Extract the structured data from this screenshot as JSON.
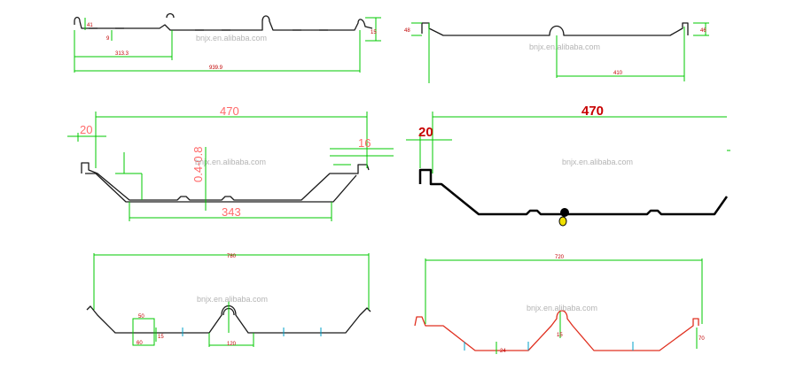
{
  "watermark": "bnjx.en.alibaba.com",
  "panels": {
    "p1": {
      "dims": {
        "a": "41",
        "b": "9",
        "c": "313.3",
        "d": "939.9",
        "e": "15"
      }
    },
    "p2": {
      "dims": {
        "a": "48",
        "b": "46",
        "c": "410"
      }
    },
    "p3": {
      "dims": {
        "width": "470",
        "rib": "20",
        "side": "16",
        "thick": "0.4-0.8",
        "bottom": "343"
      }
    },
    "p4": {
      "dims": {
        "width": "470",
        "rib": "20"
      }
    },
    "p5": {
      "dims": {
        "width": "780",
        "a": "50",
        "b": "60",
        "c": "15",
        "d": "120"
      }
    },
    "p6": {
      "dims": {
        "width": "720",
        "a": "24",
        "b": "15",
        "c": "70"
      }
    }
  },
  "colors": {
    "dimension": "#00c800",
    "dim_text": "#c00000",
    "profile": "#1a1a1a",
    "profile_red": "#e03020",
    "accent_yellow": "#f0e000"
  }
}
